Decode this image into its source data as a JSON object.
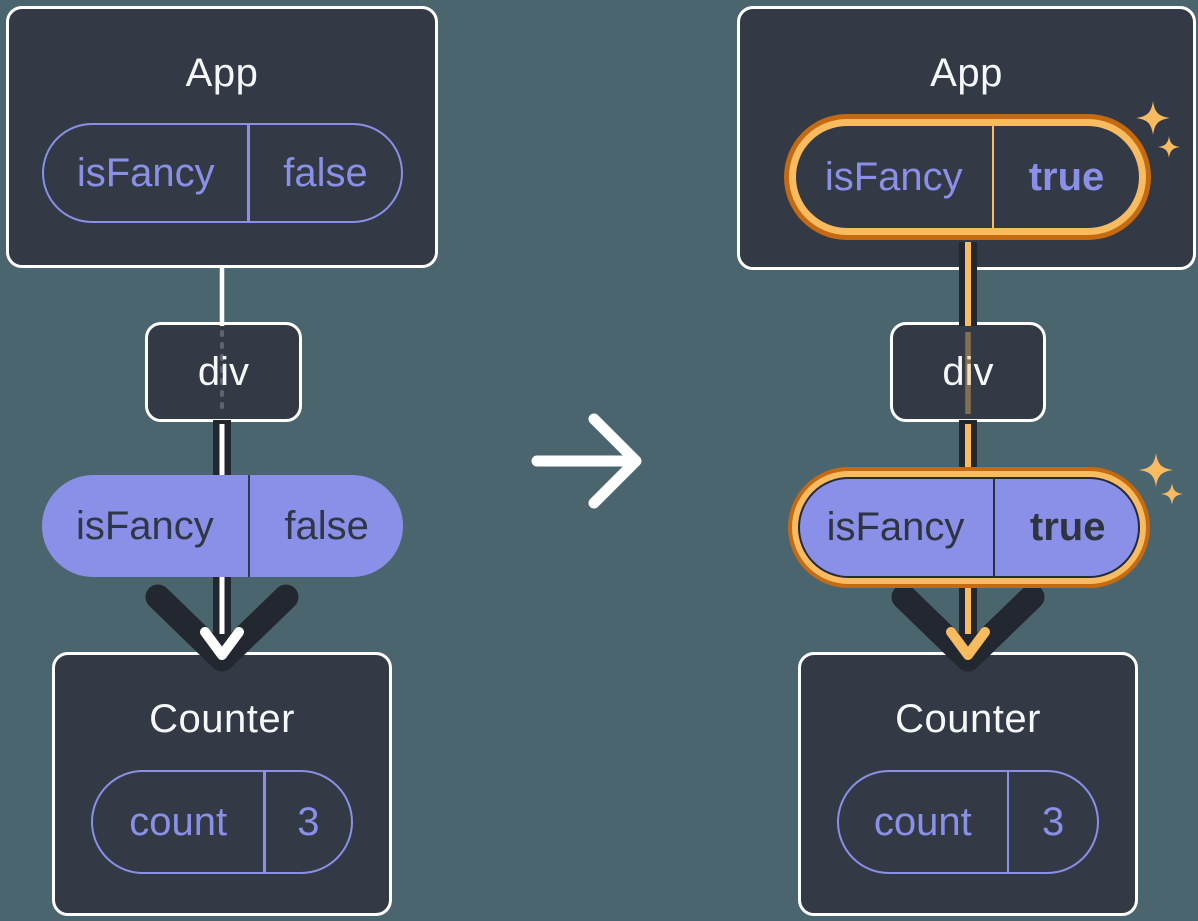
{
  "palette": {
    "background": "#4B656F",
    "card_background": "#333A46",
    "card_border": "#FFFFFF",
    "purple_accent": "#8A90E8",
    "dark_ink": "#23272F",
    "highlight_orange_light": "#F9BB5F",
    "highlight_orange_dark": "#C56A11",
    "title_text": "#F6F7F9"
  },
  "left_diagram": {
    "app": {
      "title": "App",
      "prop": {
        "name": "isFancy",
        "value": "false"
      }
    },
    "div_node": {
      "label": "div"
    },
    "passed_prop": {
      "name": "isFancy",
      "value": "false"
    },
    "counter": {
      "title": "Counter",
      "state": {
        "name": "count",
        "value": "3"
      }
    }
  },
  "right_diagram": {
    "app": {
      "title": "App",
      "prop": {
        "name": "isFancy",
        "value": "true"
      }
    },
    "div_node": {
      "label": "div"
    },
    "passed_prop": {
      "name": "isFancy",
      "value": "true"
    },
    "counter": {
      "title": "Counter",
      "state": {
        "name": "count",
        "value": "3"
      }
    }
  },
  "icons": {
    "between_diagrams": "arrow-right-icon",
    "prop_flow": "arrow-down-icon",
    "highlight": "sparkles-icon"
  }
}
